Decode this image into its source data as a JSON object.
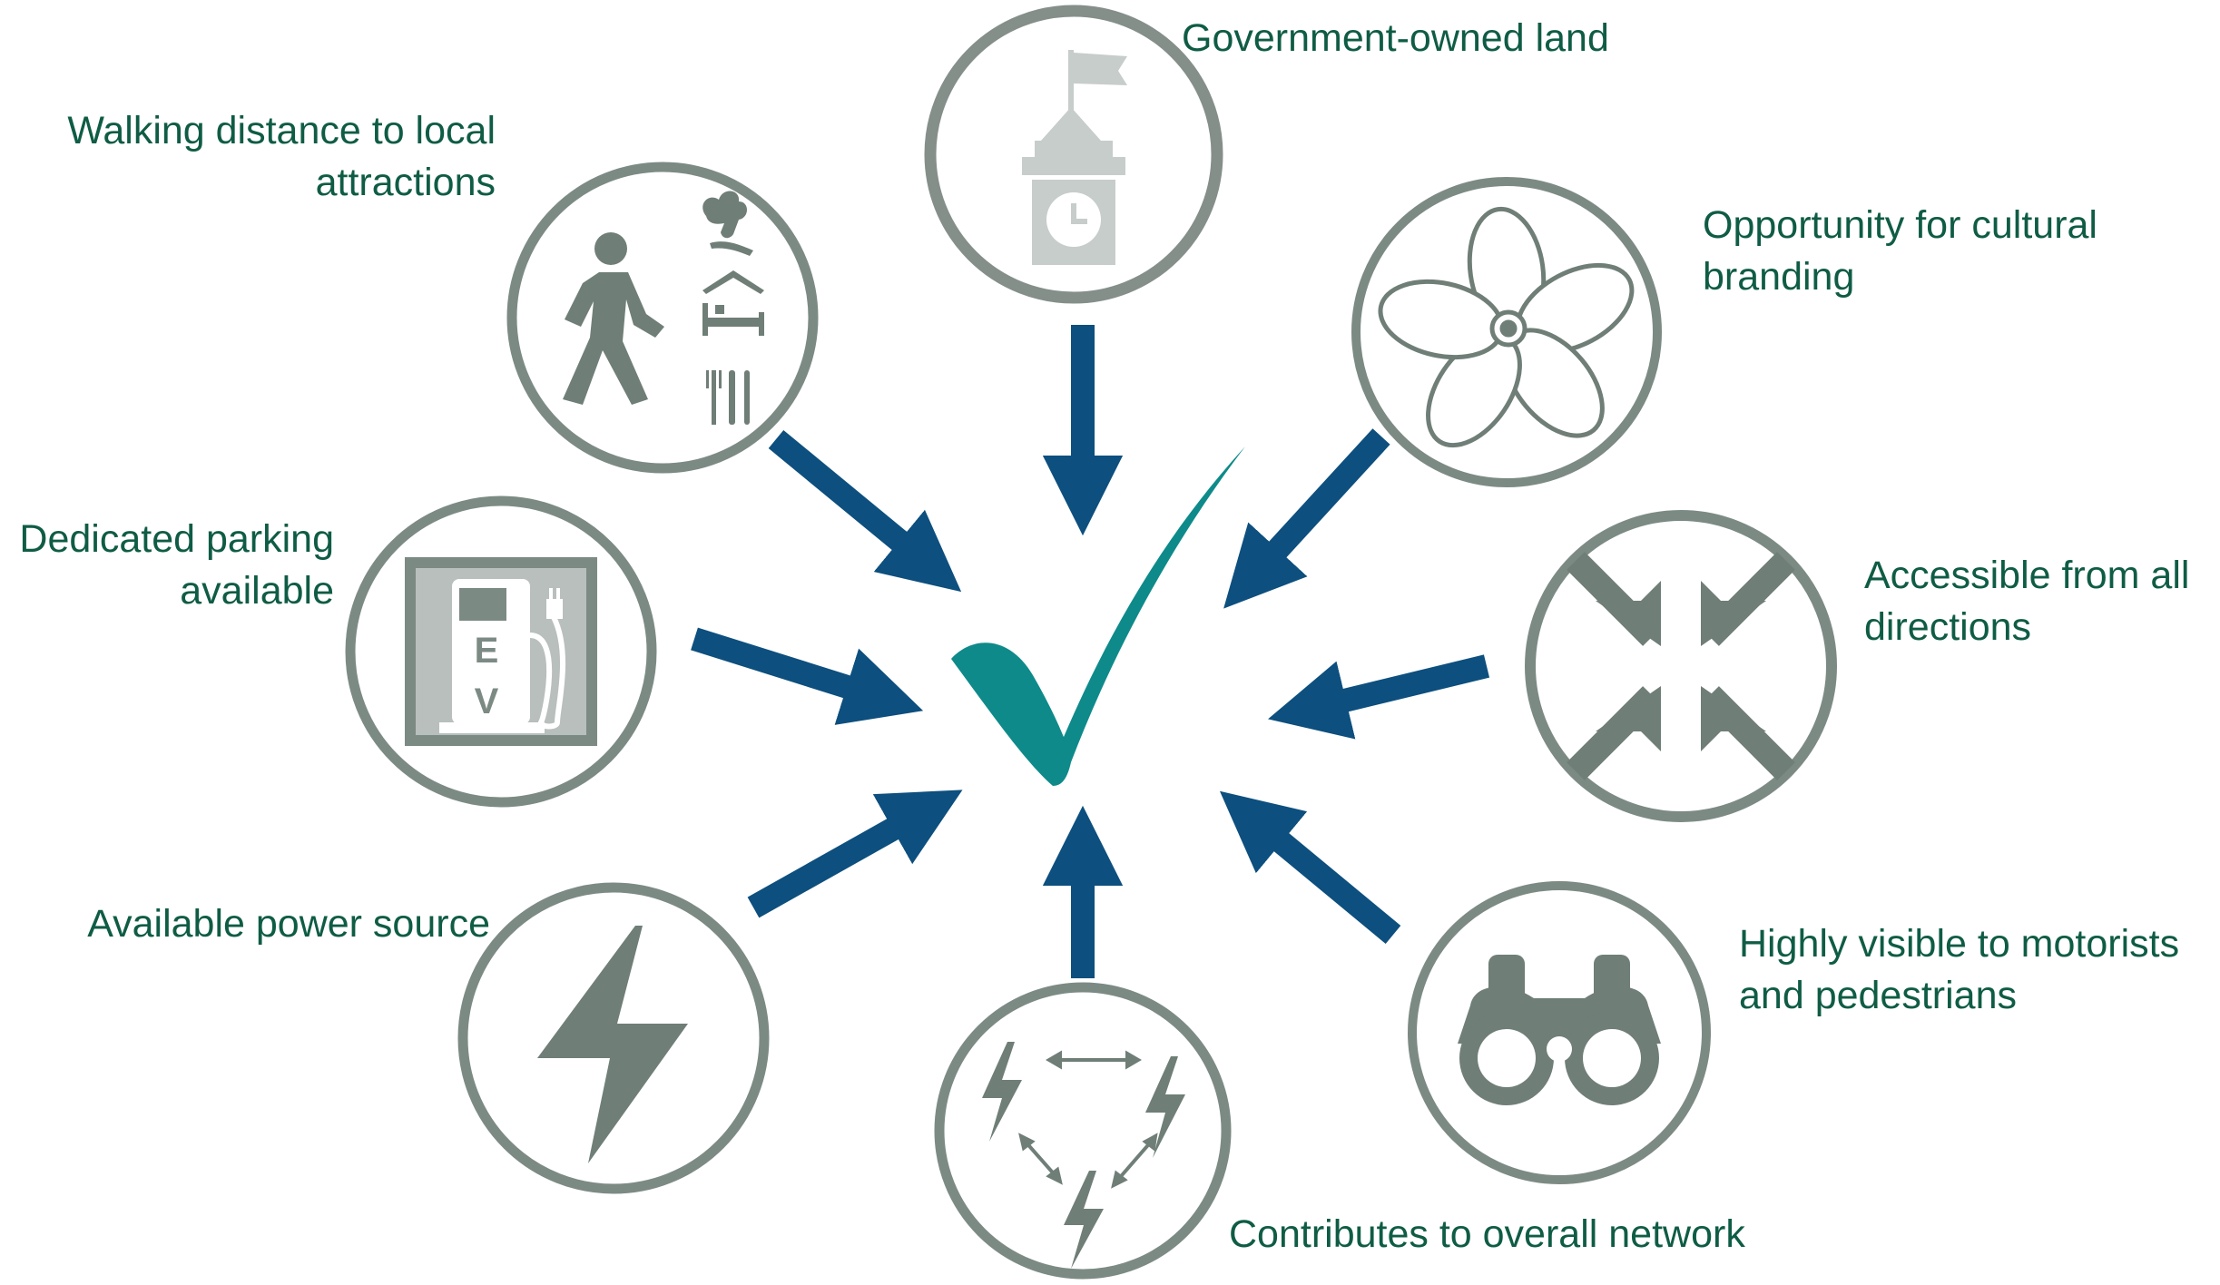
{
  "colors": {
    "text": "#0f5c45",
    "arrow": "#0d4f7e",
    "icon": "#6f7e77",
    "circle": "#7c8a84",
    "check": "#0e8a8a"
  },
  "center_icon": "checkmark-icon",
  "factors": [
    {
      "id": "government",
      "icon": "town-hall-clock-flag-icon",
      "lines": [
        "Government-owned land"
      ]
    },
    {
      "id": "branding",
      "icon": "flower-icon",
      "lines": [
        "Opportunity for cultural",
        "branding"
      ]
    },
    {
      "id": "accessible",
      "icon": "converging-arrows-icon",
      "lines": [
        "Accessible from all",
        "directions"
      ]
    },
    {
      "id": "visible",
      "icon": "binoculars-icon",
      "lines": [
        "Highly visible to motorists",
        "and pedestrians"
      ]
    },
    {
      "id": "network",
      "icon": "network-lightning-icon",
      "lines": [
        "Contributes to overall network"
      ]
    },
    {
      "id": "power",
      "icon": "lightning-icon",
      "lines": [
        "Available power source"
      ]
    },
    {
      "id": "parking",
      "icon": "ev-charging-station-icon",
      "lines": [
        "Dedicated parking",
        "available"
      ]
    },
    {
      "id": "walking",
      "icon": "pedestrian-attractions-icon",
      "lines": [
        "Walking distance to local",
        "attractions"
      ]
    }
  ]
}
